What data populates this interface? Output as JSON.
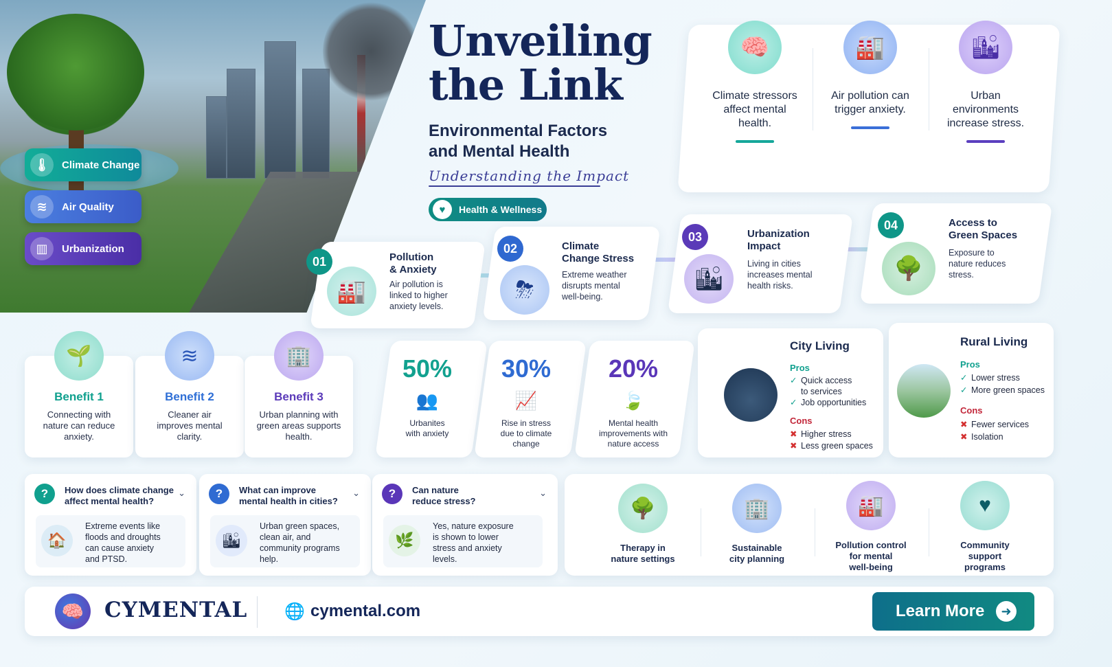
{
  "sidebar_tags": [
    {
      "label": "Climate Change",
      "icon": "globe-thermometer-icon",
      "color": "#13a896"
    },
    {
      "label": "Air Quality",
      "icon": "wind-icon",
      "color": "#3f6fd4"
    },
    {
      "label": "Urbanization",
      "icon": "buildings-icon",
      "color": "#5a3fb8"
    }
  ],
  "header": {
    "title_line1": "Unveiling",
    "title_line2": "the Link",
    "subtitle_line1": "Environmental Factors",
    "subtitle_line2": "and Mental Health",
    "script": "Understanding the Impact",
    "badge": "Health & Wellness"
  },
  "top_panel": [
    {
      "text_line1": "Climate stressors",
      "text_line2": "affect mental",
      "text_line3": "health.",
      "icon": "brain-icon",
      "color": "#15a79a"
    },
    {
      "text_line1": "Air pollution can",
      "text_line2": "trigger anxiety.",
      "text_line3": "",
      "icon": "factory-icon",
      "color": "#3a6fd8"
    },
    {
      "text_line1": "Urban",
      "text_line2": "environments",
      "text_line3": "increase stress.",
      "icon": "city-icon",
      "color": "#5b3fbf"
    }
  ],
  "factors": [
    {
      "num": "01",
      "title_line1": "Pollution",
      "title_line2": "& Anxiety",
      "desc_line1": "Air pollution is",
      "desc_line2": "linked to higher",
      "desc_line3": "anxiety levels.",
      "icon": "factory-icon",
      "color": "#0f9688"
    },
    {
      "num": "02",
      "title_line1": "Climate",
      "title_line2": "Change Stress",
      "desc_line1": "Extreme weather",
      "desc_line2": "disrupts mental",
      "desc_line3": "well-being.",
      "icon": "storm-cloud-icon",
      "color": "#2f68d0"
    },
    {
      "num": "03",
      "title_line1": "Urbanization",
      "title_line2": "Impact",
      "desc_line1": "Living in cities",
      "desc_line2": "increases mental",
      "desc_line3": "health risks.",
      "icon": "city-icon",
      "color": "#5a3ab8"
    },
    {
      "num": "04",
      "title_line1": "Access to",
      "title_line2": "Green Spaces",
      "desc_line1": "Exposure to",
      "desc_line2": "nature reduces",
      "desc_line3": "stress.",
      "icon": "park-bench-icon",
      "color": "#0f9688"
    }
  ],
  "benefits": [
    {
      "title": "Benefit 1",
      "desc_line1": "Connecting with",
      "desc_line2": "nature can reduce",
      "desc_line3": "anxiety.",
      "icon": "person-leaf-icon",
      "color": "#10a08e"
    },
    {
      "title": "Benefit 2",
      "desc_line1": "Cleaner air",
      "desc_line2": "improves mental",
      "desc_line3": "clarity.",
      "icon": "wind-icon",
      "color": "#2f6fd6"
    },
    {
      "title": "Benefit 3",
      "desc_line1": "Urban planning with",
      "desc_line2": "green areas supports",
      "desc_line3": "health.",
      "icon": "building-tree-icon",
      "color": "#5b3ab9"
    }
  ],
  "stats": [
    {
      "value": "50%",
      "desc_line1": "Urbanites",
      "desc_line2": "with anxiety",
      "desc_line3": "",
      "icon": "people-icon",
      "color": "#12a18f"
    },
    {
      "value": "30%",
      "desc_line1": "Rise in stress",
      "desc_line2": "due to climate",
      "desc_line3": "change",
      "icon": "trend-up-icon",
      "color": "#2f6bd2"
    },
    {
      "value": "20%",
      "desc_line1": "Mental health",
      "desc_line2": "improvements with",
      "desc_line3": "nature access",
      "icon": "leaf-icon",
      "color": "#5a36b8"
    }
  ],
  "city": {
    "title": "City Living",
    "pros_label": "Pros",
    "pros": [
      "Quick access",
      "to services",
      "Job opportunities"
    ],
    "cons_label": "Cons",
    "cons": [
      "Higher stress",
      "Less green spaces"
    ]
  },
  "rural": {
    "title": "Rural Living",
    "pros_label": "Pros",
    "pros": [
      "Lower stress",
      "More green spaces"
    ],
    "cons_label": "Cons",
    "cons": [
      "Fewer services",
      "Isolation"
    ]
  },
  "faq": [
    {
      "q_line1": "How does climate change",
      "q_line2": "affect mental health?",
      "a": [
        "Extreme events like",
        "floods and droughts",
        "can cause anxiety",
        "and PTSD."
      ],
      "icon": "flood-house-icon",
      "color": "#10a08e"
    },
    {
      "q_line1": "What can improve",
      "q_line2": "mental health in cities?",
      "a": [
        "Urban green spaces,",
        "clean air, and",
        "community programs",
        "help."
      ],
      "icon": "city-trees-icon",
      "color": "#2f6bd2"
    },
    {
      "q_line1": "Can nature",
      "q_line2": "reduce stress?",
      "a": [
        "Yes, nature exposure",
        "is shown to lower",
        "stress and anxiety",
        "levels."
      ],
      "icon": "sprout-icon",
      "color": "#5a36b8"
    }
  ],
  "solutions": [
    {
      "line1": "Therapy in",
      "line2": "nature settings",
      "line3": "",
      "icon": "park-bench-icon",
      "color": "#10a08e"
    },
    {
      "line1": "Sustainable",
      "line2": "city planning",
      "line3": "",
      "icon": "eco-building-icon",
      "color": "#2f6bd2"
    },
    {
      "line1": "Pollution control",
      "line2": "for mental",
      "line3": "well-being",
      "icon": "factory-leaf-icon",
      "color": "#5a36b8"
    },
    {
      "line1": "Community",
      "line2": "support",
      "line3": "programs",
      "icon": "community-heart-icon",
      "color": "#10a08e"
    }
  ],
  "footer": {
    "brand": "CYMENTAL",
    "site": "cymental.com",
    "cta": "Learn More"
  }
}
